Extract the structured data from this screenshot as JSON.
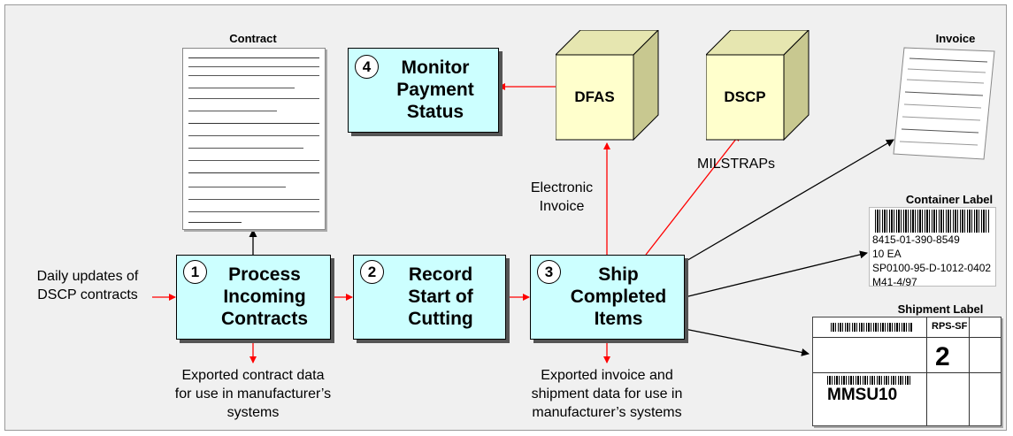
{
  "processes": [
    {
      "number": "1",
      "title": "Process\nIncoming\nContracts"
    },
    {
      "number": "2",
      "title": "Record\nStart of\nCutting"
    },
    {
      "number": "3",
      "title": "Ship\nCompleted\nItems"
    },
    {
      "number": "4",
      "title": "Monitor\nPayment\nStatus"
    }
  ],
  "entities": {
    "dfas": "DFAS",
    "dscp": "DSCP"
  },
  "labels": {
    "daily_updates": "Daily updates of\nDSCP contracts",
    "exported_contract": "Exported contract data\nfor use in manufacturer’s\nsystems",
    "electronic_invoice": "Electronic\nInvoice",
    "milstraps": "MILSTRAPs",
    "exported_invoice": "Exported invoice and\nshipment data for use in\nmanufacturer’s systems"
  },
  "documents": {
    "contract_title": "Contract",
    "invoice_title": "Invoice",
    "container_label_title": "Container Label",
    "container_label_lines": "8415-01-390-8549\n10 EA\nSP0100-95-D-1012-0402\nM41-4/97",
    "shipment_label_title": "Shipment Label",
    "shipment_label_big": "MMSU10",
    "shipment_label_code": "RPS-SF",
    "shipment_label_digit": "2"
  },
  "colors": {
    "box_fill": "#ccffff",
    "cube_front": "#ffffcc",
    "red_arrow": "#ff0000",
    "black_arrow": "#000000"
  }
}
